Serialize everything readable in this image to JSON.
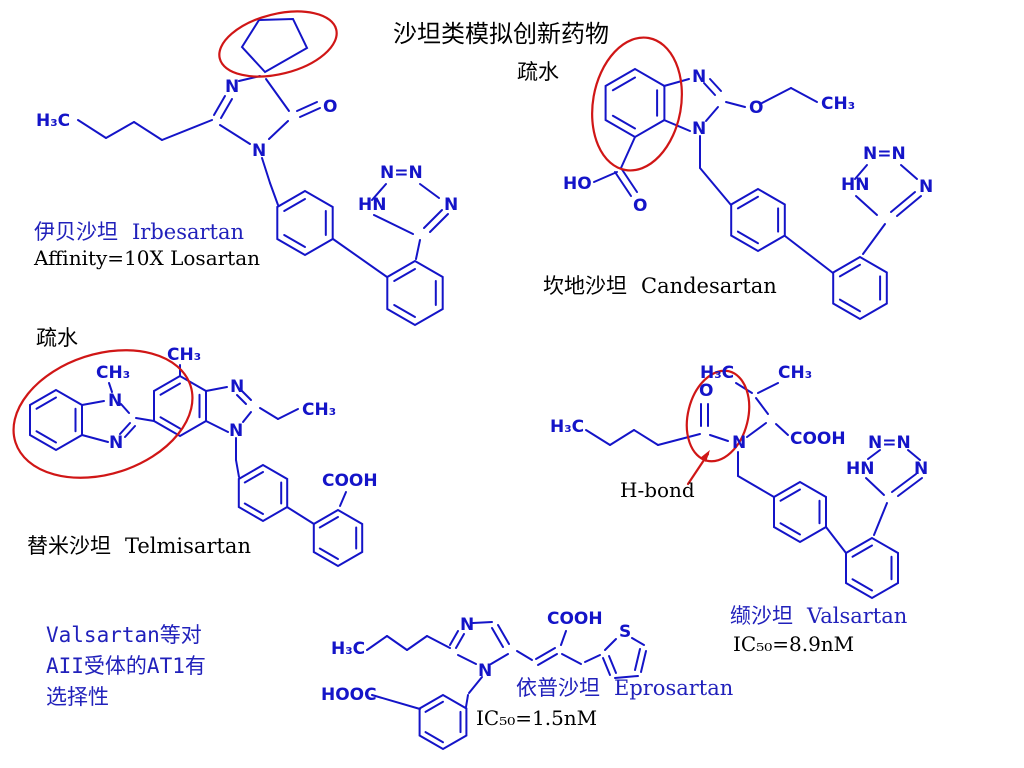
{
  "slide": {
    "title": "沙坦类模拟创新药物",
    "colors": {
      "structure_blue": "#1414c8",
      "caption_blue": "#2121bb",
      "highlight_red": "#d01616",
      "text_black": "#000000",
      "background": "#ffffff"
    }
  },
  "annotations": {
    "hydrophobic_candesartan": "疏水",
    "hydrophobic_telmisartan": "疏水",
    "h_bond": "H-bond"
  },
  "side_note": {
    "line1": "Valsartan等对",
    "line2": "AII受体的AT1有",
    "line3": "选择性"
  },
  "molecules": {
    "irbesartan": {
      "name_cn": "伊贝沙坦",
      "name_en": "Irbesartan",
      "note": "Affinity=10X Losartan",
      "atoms": {
        "h3c": "H₃C",
        "n_top": "N",
        "n_bottom": "N",
        "o": "O",
        "hn": "HN",
        "n_double": "N=N",
        "n_right": "N"
      }
    },
    "candesartan": {
      "name_cn": "坎地沙坦",
      "name_en": "Candesartan",
      "atoms": {
        "n_top": "N",
        "n_bottom": "N",
        "o_ether": "O",
        "ch3": "CH₃",
        "ho": "HO",
        "o_carbonyl": "O",
        "hn": "HN",
        "n_double": "N=N",
        "n_right": "N"
      }
    },
    "telmisartan": {
      "name_cn": "替米沙坦",
      "name_en": "Telmisartan",
      "atoms": {
        "ch3_n": "CH₃",
        "n_methyl": "N",
        "n_left": "N",
        "ch3_ring": "CH₃",
        "n_top": "N",
        "n_bottom": "N",
        "ch3_propyl": "CH₃",
        "cooh": "COOH"
      }
    },
    "valsartan": {
      "name_cn": "缬沙坦",
      "name_en": "Valsartan",
      "ic50": "IC₅₀=8.9nM",
      "atoms": {
        "h3c_chain": "H₃C",
        "o": "O",
        "n": "N",
        "h3c_iso": "H₃C",
        "ch3_iso": "CH₃",
        "cooh": "COOH",
        "n_double": "N=N",
        "hn": "HN",
        "n_right": "N"
      }
    },
    "eprosartan": {
      "name_cn": "依普沙坦",
      "name_en": "Eprosartan",
      "ic50": "IC₅₀=1.5nM",
      "atoms": {
        "h3c": "H₃C",
        "n_top": "N",
        "n_bottom": "N",
        "cooh": "COOH",
        "s": "S",
        "hooc": "HOOC"
      }
    }
  }
}
